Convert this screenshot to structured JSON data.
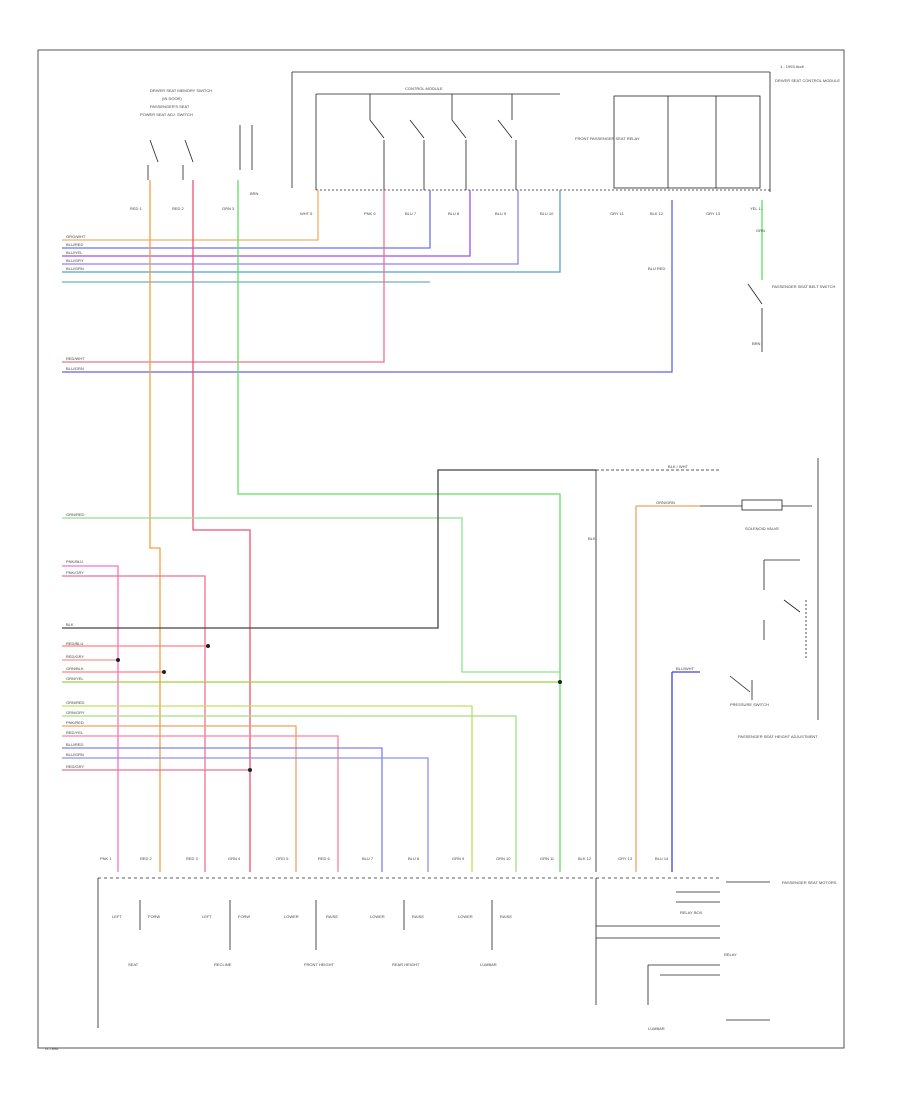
{
  "header": {
    "top_right": "1 - 1993 Audi"
  },
  "components": {
    "memory_switch": "DRIVER SEAT MEMORY SWITCH",
    "memory_switch_sub": "(IN DOOR)",
    "passenger_label": "PASSENGER'S SEAT",
    "passenger_sub": "POWER SEAT ADJ. SWITCH",
    "control_module": "CONTROL MODULE",
    "front_passenger_relay": "FRONT PASSENGER SEAT RELAY",
    "power_seat_module": "DRIVER SEAT CONTROL MODULE",
    "seat_belt_switch": "PASSENGER SEAT BELT SWITCH",
    "solenoid_valve": "SOLENOID VALVE",
    "pressure_switch": "PRESSURE SWITCH",
    "passenger_seat_pressure": "PASSENGER SEAT HEIGHT ADJUSTMENT",
    "relay_box": "RELAY BOX",
    "passenger_seat_motors": "PASSENGER SEAT MOTORS",
    "relay_lumbar": "RELAY",
    "lumbar": "LUMBAR",
    "footer_code": "G-7896"
  },
  "motors": [
    {
      "name": "SEAT",
      "left": "LEFT",
      "right": "FORW"
    },
    {
      "name": "RECLINE",
      "left": "LEFT",
      "right": "FORW"
    },
    {
      "name": "FRONT HEIGHT",
      "left": "LOWER",
      "right": "RAISE"
    },
    {
      "name": "REAR HEIGHT",
      "left": "LOWER",
      "right": "RAISE"
    },
    {
      "name": "LUMBAR",
      "left": "LOWER",
      "right": "RAISE"
    }
  ],
  "pins_top": [
    "RED 1",
    "RED 2",
    "GRN 3",
    "BRN",
    "WHT 5",
    "PNK 6",
    "BLU 7",
    "BLU 8",
    "BLU 9",
    "BLU 10",
    "GRY 11",
    "BLK 12",
    "GRY 13",
    "YEL 14"
  ],
  "wires_top": [
    "ORG/WHT",
    "BLU/RED",
    "BLU/YEL",
    "BLU/GRY",
    "BLU/GRN"
  ],
  "wires_mid": [
    "RED/WHT",
    "BLU/GRN"
  ],
  "wires_low": [
    "GRN/RED",
    "PNK/BLU",
    "PNK/GRY",
    "BLK",
    "RED/BLU",
    "RED/GRY",
    "GRN/BLK",
    "GRN/YEL",
    "GRN/RED",
    "GRN/GRY",
    "PNK/RED",
    "RED/YEL",
    "BLU/RED",
    "BLU/GRN",
    "RED/GRY"
  ],
  "bottom_pins": [
    "PNK 1",
    "RED 2",
    "RED 3",
    "GRN 4",
    "ORG 5",
    "RED 6",
    "BLU 7",
    "BLU 8",
    "GRN 9",
    "GRN 10",
    "GRN 11",
    "BLK 12",
    "GRY 13",
    "BLU 14"
  ],
  "labels_misc": {
    "blk_wht": "BLK / WHT",
    "orn_grn": "ORN/GRN",
    "blu_wht": "BLU/WHT",
    "grn": "GRN",
    "blk": "BLK",
    "brn": "BRN",
    "blu_red_v": "BLU RED"
  }
}
